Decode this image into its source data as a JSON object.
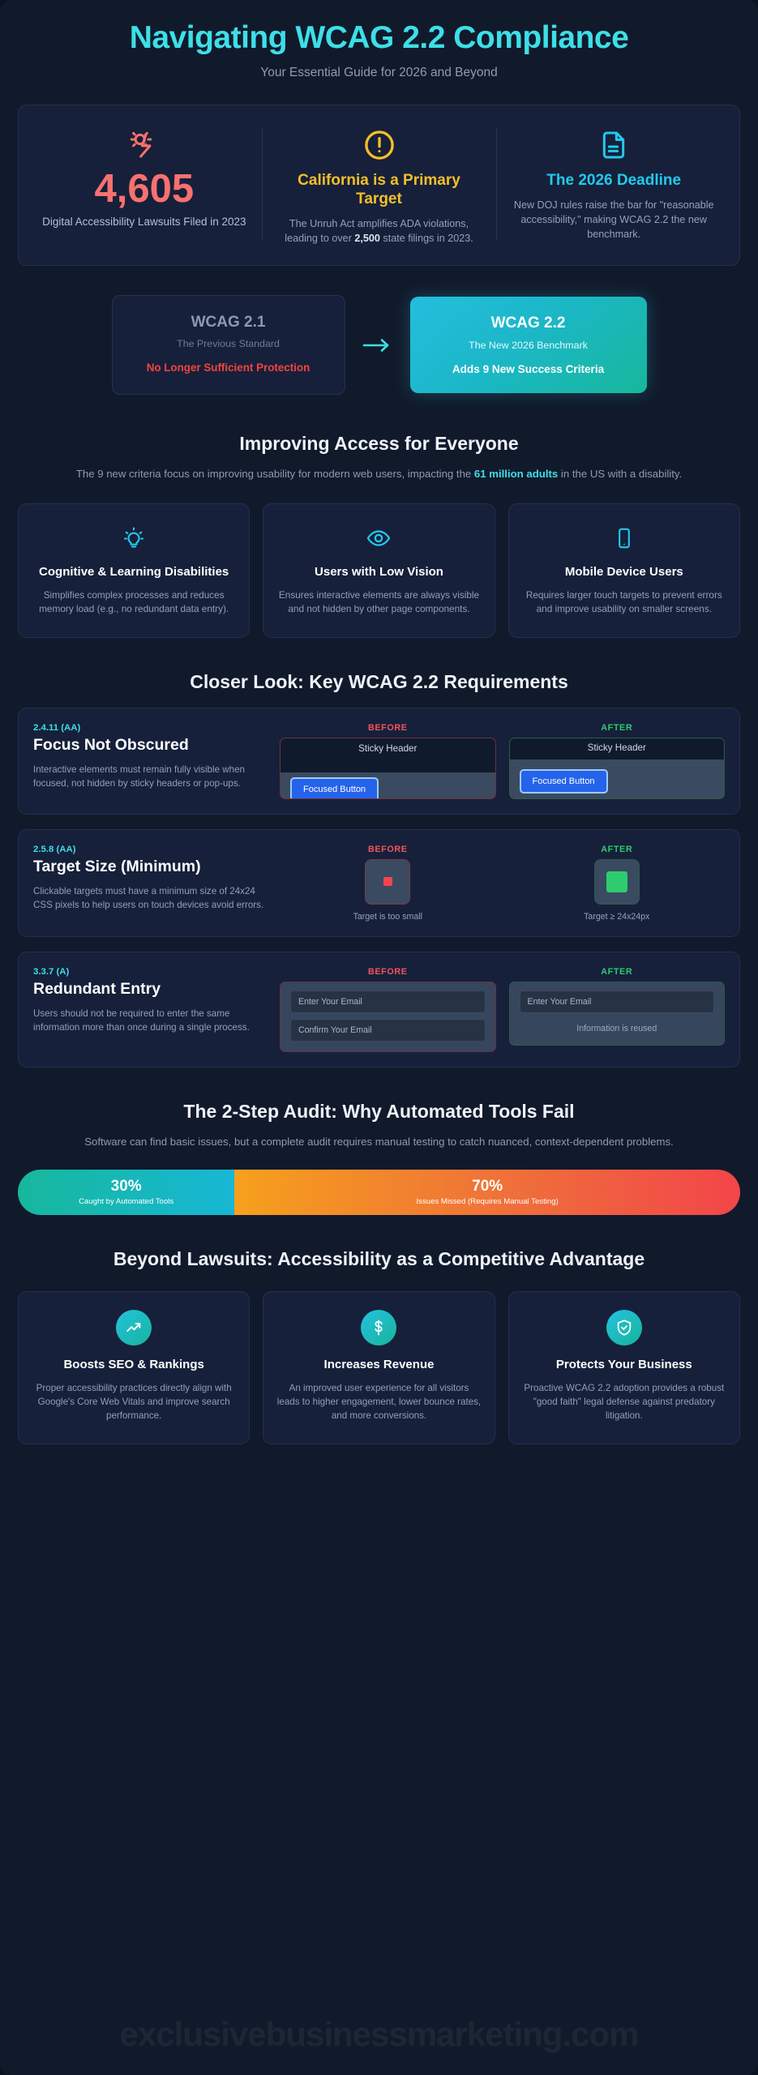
{
  "header": {
    "title": "Navigating WCAG 2.2 Compliance",
    "subtitle": "Your Essential Guide for 2026 and Beyond"
  },
  "stats": [
    {
      "icon": "gavel-icon",
      "number": "4,605",
      "caption": "Digital Accessibility Lawsuits Filed in 2023"
    },
    {
      "icon": "warning-circle-icon",
      "heading": "California is a Primary Target",
      "body_pre": "The Unruh Act amplifies ADA violations, leading to over ",
      "body_bold": "2,500",
      "body_post": " state filings in 2023."
    },
    {
      "icon": "document-icon",
      "heading": "The 2026 Deadline",
      "body": "New DOJ rules raise the bar for \"reasonable accessibility,\" making WCAG 2.2 the new benchmark."
    }
  ],
  "compare": {
    "old": {
      "version": "WCAG 2.1",
      "subtitle": "The Previous Standard",
      "status": "No Longer Sufficient Protection"
    },
    "arrow_icon": "arrow-right-icon",
    "new": {
      "version": "WCAG 2.2",
      "subtitle": "The New 2026 Benchmark",
      "status": "Adds 9 New Success Criteria"
    }
  },
  "audience": {
    "heading": "Improving Access for Everyone",
    "intro_pre": "The 9 new criteria focus on improving usability for modern web users, impacting the ",
    "intro_bold": "61 million adults",
    "intro_post": " in the US with a disability.",
    "cards": [
      {
        "icon": "lightbulb-icon",
        "title": "Cognitive & Learning Disabilities",
        "desc": "Simplifies complex processes and reduces memory load (e.g., no redundant data entry)."
      },
      {
        "icon": "eye-icon",
        "title": "Users with Low Vision",
        "desc": "Ensures interactive elements are always visible and not hidden by other page components."
      },
      {
        "icon": "mobile-phone-icon",
        "title": "Mobile Device Users",
        "desc": "Requires larger touch targets to prevent errors and improve usability on smaller screens."
      }
    ]
  },
  "requirements": {
    "heading": "Closer Look: Key WCAG 2.2 Requirements",
    "labels": {
      "before": "BEFORE",
      "after": "AFTER"
    },
    "items": [
      {
        "criterion": "2.4.11 (AA)",
        "title": "Focus Not Obscured",
        "desc": "Interactive elements must remain fully visible when focused, not hidden by sticky headers or pop-ups.",
        "demo_type": "focus",
        "before": {
          "header_label": "Sticky Header",
          "button_label": "Focused Button"
        },
        "after": {
          "header_label": "Sticky Header",
          "button_label": "Focused Button"
        }
      },
      {
        "criterion": "2.5.8 (AA)",
        "title": "Target Size (Minimum)",
        "desc": "Clickable targets must have a minimum size of 24x24 CSS pixels to help users on touch devices avoid errors.",
        "demo_type": "target",
        "before": {
          "caption": "Target is too small"
        },
        "after": {
          "caption": "Target ≥ 24x24px"
        }
      },
      {
        "criterion": "3.3.7 (A)",
        "title": "Redundant Entry",
        "desc": "Users should not be required to enter the same information more than once during a single process.",
        "demo_type": "redundant",
        "before": {
          "field1": "Enter Your Email",
          "field2": "Confirm Your Email"
        },
        "after": {
          "field1": "Enter Your Email",
          "note": "Information is reused"
        }
      }
    ]
  },
  "audit": {
    "heading": "The 2-Step Audit: Why Automated Tools Fail",
    "intro": "Software can find basic issues, but a complete audit requires manual testing to catch nuanced, context-dependent problems.",
    "segments": [
      {
        "pct": "30%",
        "label": "Caught by Automated Tools",
        "value": 30
      },
      {
        "pct": "70%",
        "label": "Issues Missed (Requires Manual Testing)",
        "value": 70
      }
    ]
  },
  "benefits": {
    "heading": "Beyond Lawsuits: Accessibility as a Competitive Advantage",
    "cards": [
      {
        "icon": "trending-up-icon",
        "title": "Boosts SEO & Rankings",
        "desc": "Proper accessibility practices directly align with Google's Core Web Vitals and improve search performance."
      },
      {
        "icon": "dollar-icon",
        "title": "Increases Revenue",
        "desc": "An improved user experience for all visitors leads to higher engagement, lower bounce rates, and more conversions."
      },
      {
        "icon": "shield-check-icon",
        "title": "Protects Your Business",
        "desc": "Proactive WCAG 2.2 adoption provides a robust \"good faith\" legal defense against predatory litigation."
      }
    ]
  },
  "watermark": "exclusivebusinessmarketing.com",
  "colors": {
    "accent_cyan": "#3ddfe8",
    "accent_red": "#f8716f",
    "accent_amber": "#f5bf2a",
    "accent_green": "#2ecb6f",
    "bg": "#111a2b",
    "card_bg": "#16203a"
  }
}
